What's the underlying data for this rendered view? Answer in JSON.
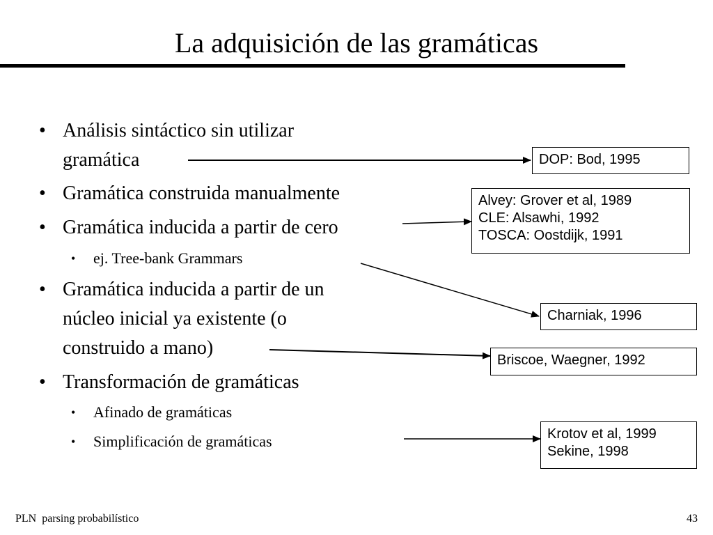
{
  "title": "La adquisición de las gramáticas",
  "bullets": {
    "b1_line1": "Análisis sintáctico sin utilizar",
    "b1_line2": "gramática",
    "b2": "Gramática construida manualmente",
    "b3": "Gramática inducida a partir de cero",
    "b3_sub": "ej. Tree-bank Grammars",
    "b4_line1": "Gramática inducida a partir de un",
    "b4_line2": "núcleo inicial ya existente (o",
    "b4_line3": "construido a mano)",
    "b5": "Transformación de gramáticas",
    "b5_sub1": "Afinado de gramáticas",
    "b5_sub2": "Simplificación de gramáticas"
  },
  "refs": {
    "r1": [
      "DOP: Bod, 1995"
    ],
    "r2": [
      "Alvey: Grover et al, 1989",
      "CLE: Alsawhi, 1992",
      "TOSCA: Oostdijk, 1991"
    ],
    "r3": [
      "Charniak, 1996"
    ],
    "r4": [
      "Briscoe, Waegner, 1992"
    ],
    "r5": [
      "Krotov et al, 1999",
      "Sekine, 1998"
    ]
  },
  "footer": {
    "left": "PLN  parsing probabilístico",
    "page": "43"
  }
}
